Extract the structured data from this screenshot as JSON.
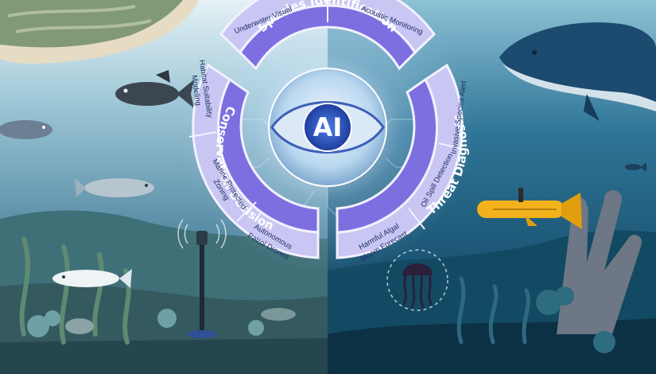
{
  "core": {
    "label": "AI"
  },
  "segments": {
    "species": {
      "title": "Species Identification",
      "items": [
        "Underwater Visual",
        "Acoustic Monitoring"
      ]
    },
    "conservation": {
      "title": "Conservation Decision",
      "items": [
        "Habitat Suitability",
        "Modeling",
        "Marine Protected",
        "Zoning",
        "Autonomous",
        "Patrol Drones"
      ]
    },
    "threat": {
      "title": "Threat Diagnosis",
      "items": [
        "Invasive Species Alert",
        "Oil Spill Detection",
        "Harmful Algal",
        "Bloom Forecast"
      ]
    }
  },
  "colors": {
    "ring_main": "#7d6fe0",
    "ring_outer": "#c9c6f3",
    "ring_edge": "#f2f1ff",
    "sky_left": "#d9ecf3",
    "water_left": "#5d93ac",
    "water_right": "#0f4868",
    "sub_yellow": "#f3b21c"
  }
}
